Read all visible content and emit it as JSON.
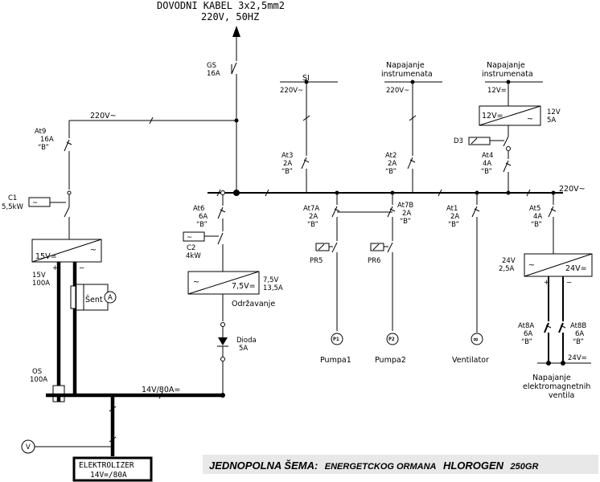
{
  "supply": {
    "title_line1": "DOVODNI KABEL 3x2,5mm2",
    "title_line2": "220V, 50HZ",
    "gs_name": "GS",
    "gs_rating": "16A"
  },
  "bus": {
    "ac_left": "220V~",
    "ac_right": "220V~",
    "dc": "14V/80A="
  },
  "si": {
    "name": "SI",
    "voltage": "220V~"
  },
  "instruments_220": {
    "line1": "Napajanje",
    "line2": "instrumenata",
    "voltage": "220V~"
  },
  "instruments_12": {
    "line1": "Napajanje",
    "line2": "instrumenata",
    "voltage": "12V="
  },
  "psu_12": {
    "left": "12V=",
    "right": "~",
    "rating1": "12V",
    "rating2": "5A"
  },
  "d3": "D3",
  "breakers": {
    "at9": {
      "name": "At9",
      "rating": "16A",
      "type": "“B”"
    },
    "at3": {
      "name": "At3",
      "rating": "2A",
      "type": "“B”"
    },
    "at2": {
      "name": "At2",
      "rating": "2A",
      "type": "“B”"
    },
    "at4": {
      "name": "At4",
      "rating": "4A",
      "type": "“B”"
    },
    "at6": {
      "name": "At6",
      "rating": "6A",
      "type": "“B”"
    },
    "at7a": {
      "name": "At7A",
      "rating": "2A",
      "type": "“B”"
    },
    "at7b": {
      "name": "At7B",
      "rating": "2A",
      "type": "“B”"
    },
    "at1": {
      "name": "At1",
      "rating": "2A",
      "type": "“B”"
    },
    "at5": {
      "name": "At5",
      "rating": "4A",
      "type": "“B”"
    },
    "at8a": {
      "name": "At8A",
      "rating": "6A",
      "type": "“B”"
    },
    "at8b": {
      "name": "At8B",
      "rating": "6A",
      "type": "“B”"
    }
  },
  "c1": {
    "name": "C1",
    "rating": "5,5kW"
  },
  "c2": {
    "name": "C2",
    "rating": "4kW"
  },
  "psu_15": {
    "left": "15V=",
    "right": "~",
    "plus": "+",
    "minus": "−",
    "rating1": "15V",
    "rating2": "100A"
  },
  "shunt": {
    "label": "Šent",
    "meter": "A"
  },
  "psu_75": {
    "left": "~",
    "right": "7,5V=",
    "rating1": "7,5V",
    "rating2": "13,5A",
    "label": "Održavanje"
  },
  "diode": {
    "name": "Dioda",
    "rating": "5A"
  },
  "os": {
    "name": "OS",
    "rating": "100A"
  },
  "voltmeter": "V",
  "electrolyzer": {
    "line1": "ELEKTROLIZER",
    "line2": "14V=/80A"
  },
  "pr5": "PR5",
  "pr6": "PR6",
  "pump1": {
    "symbol": "P1",
    "label": "Pumpa1"
  },
  "pump2": {
    "symbol": "P2",
    "label": "Pumpa2"
  },
  "fan": {
    "label": "Ventilator"
  },
  "psu_24": {
    "left": "~",
    "right": "24V=",
    "rating1": "24V",
    "rating2": "2,5A",
    "plus": "+",
    "minus": "−"
  },
  "valves": {
    "voltage": "24V=",
    "line1": "Napajanje",
    "line2": "elektromagnetnih",
    "line3": "ventila"
  },
  "caption": {
    "bold": "JEDNOPOLNA ŠEMA:",
    "middle": "ENERGETCKOG ORMANA",
    "brand": "HLOROGEN",
    "model": "250GR"
  }
}
